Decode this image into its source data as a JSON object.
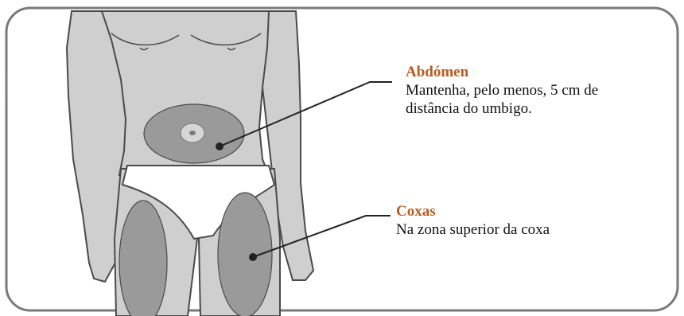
{
  "diagram": {
    "colors": {
      "frame_border": "#7a7a7a",
      "body_fill": "#cfcfcf",
      "body_outline": "#4a4a4a",
      "injection_zone": "#9a9a9a",
      "underwear": "#ffffff",
      "title_accent": "#b85c1e"
    },
    "abdomen": {
      "title": "Abdómen",
      "line1": "Mantenha, pelo menos, 5 cm de",
      "line2": "distância do umbigo."
    },
    "thigh": {
      "title": "Coxas",
      "line1": "Na zona superior da coxa"
    }
  }
}
